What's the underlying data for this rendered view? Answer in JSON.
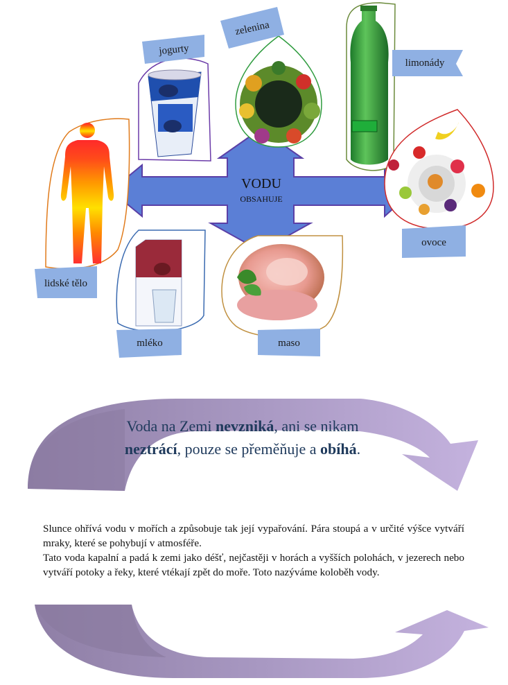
{
  "colors": {
    "arrow_fill": "#5b7fd6",
    "arrow_stroke": "#5a3fa6",
    "ribbon_fill": "#8fb0e3",
    "cycle_dark": "#8a7aa0",
    "cycle_light": "#bca8d9",
    "headline_text": "#1f3a5c"
  },
  "center": {
    "title": "VODU",
    "subtitle": "OBSAHUJE"
  },
  "labels": {
    "jogurty": "jogurty",
    "zelenina": "zelenina",
    "limonady": "limonády",
    "ovoce": "ovoce",
    "lidske_telo": "lidské tělo",
    "mleko": "mléko",
    "maso": "maso"
  },
  "headline": {
    "p1": "Voda na Zemi ",
    "b1": "nevzniká",
    "p2": ", ani se nikam ",
    "b2": "neztrácí",
    "p3": ", pouze se přeměňuje a ",
    "b3": "obíhá",
    "p4": "."
  },
  "paragraph": {
    "l1": "Slunce ohřívá vodu v mořích a způsobuje tak její vypařování. Pára stoupá a v určité výšce vytváří mraky, které se pohybují v atmosféře.",
    "l2": "Tato voda kapalní a padá k zemi jako déšť, nejčastěji v horách a vyšších polohách, v jezerech nebo vytváří potoky a řeky, které vtékají zpět do moře. Toto nazýváme koloběh vody."
  },
  "icons": [
    "human-body-icon",
    "yogurt-cup-icon",
    "vegetable-wreath-icon",
    "lemonade-bottle-icon",
    "fruit-plate-icon",
    "milk-carton-icon",
    "ham-icon"
  ]
}
